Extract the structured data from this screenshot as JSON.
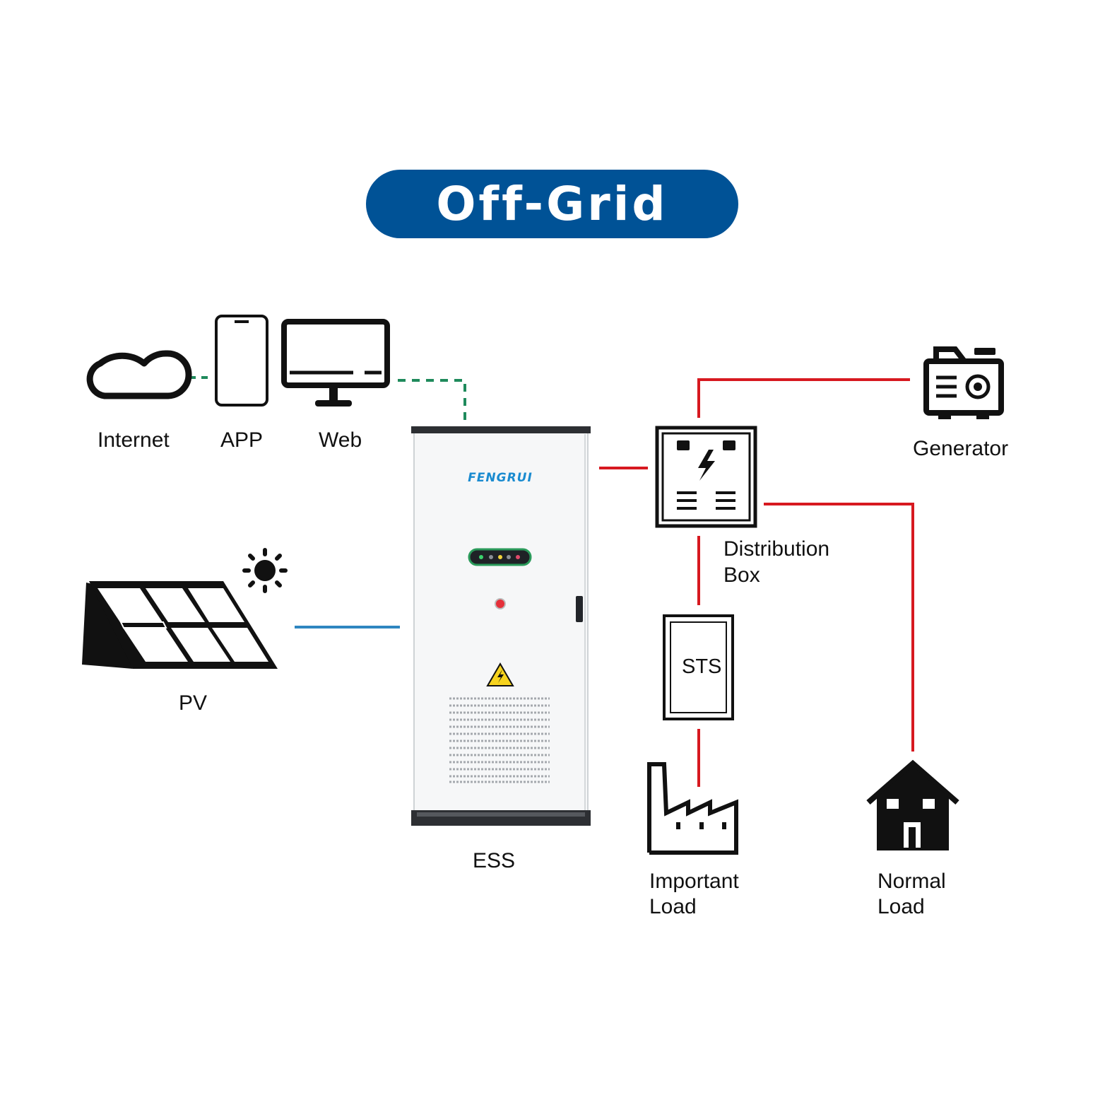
{
  "title": "Off-Grid",
  "colors": {
    "title_background": "#005296",
    "title_text": "#ffffff",
    "ac_line": "#d71920",
    "pv_line": "#2f86c0",
    "comm_line": "#1f8a5c",
    "icon": "#111111",
    "brand": "#1a8bd0"
  },
  "nodes": {
    "internet": {
      "label": "Internet",
      "icon": "cloud-icon"
    },
    "app": {
      "label": "APP",
      "icon": "phone-icon"
    },
    "web": {
      "label": "Web",
      "icon": "monitor-icon"
    },
    "pv": {
      "label": "PV",
      "icon": "solar-panel-icon"
    },
    "ess": {
      "label": "ESS",
      "icon": "battery-cabinet",
      "brand": "FENGRUI"
    },
    "distribution_box": {
      "label_line1": "Distribution",
      "label_line2": "Box",
      "icon": "distribution-box-icon"
    },
    "generator": {
      "label": "Generator",
      "icon": "generator-icon"
    },
    "sts": {
      "label": "STS",
      "icon": "sts-box"
    },
    "important_load": {
      "label_line1": "Important",
      "label_line2": "Load",
      "icon": "factory-icon"
    },
    "normal_load": {
      "label_line1": "Normal",
      "label_line2": "Load",
      "icon": "house-icon"
    }
  }
}
